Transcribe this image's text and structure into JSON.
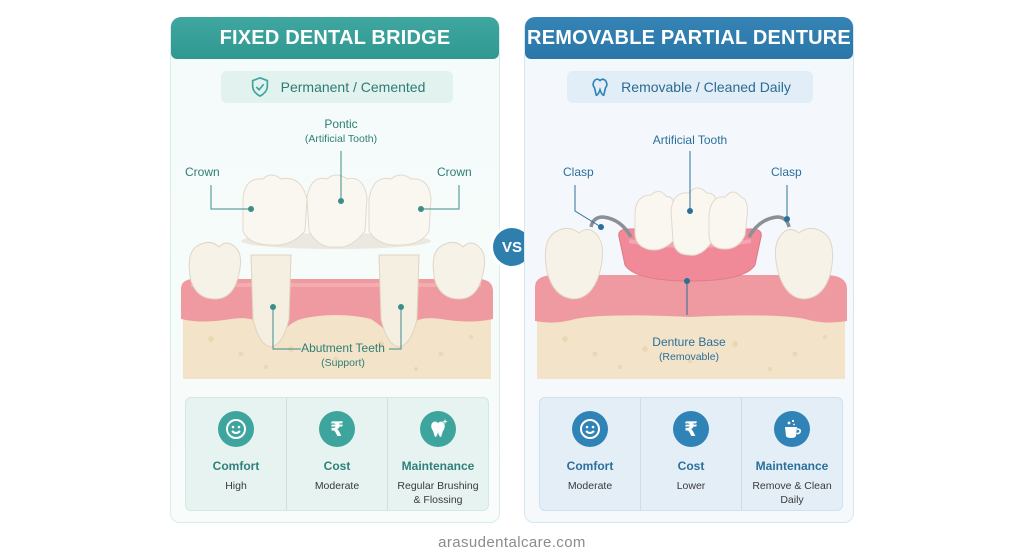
{
  "left": {
    "title": "FIXED DENTAL BRIDGE",
    "tag": {
      "icon": "shield-check-icon",
      "text": "Permanent / Cemented"
    },
    "labels": {
      "pontic": "Pontic",
      "pontic_sub": "(Artificial Tooth)",
      "crown_left": "Crown",
      "crown_right": "Crown",
      "abutment": "Abutment Teeth",
      "abutment_sub": "(Support)"
    },
    "stats": [
      {
        "icon": "smiley-icon",
        "title": "Comfort",
        "value": "High"
      },
      {
        "icon": "rupee-icon",
        "title": "Cost",
        "value": "Moderate"
      },
      {
        "icon": "sparkle-tooth-icon",
        "title": "Maintenance",
        "value": "Regular Brushing & Flossing"
      }
    ]
  },
  "right": {
    "title": "REMOVABLE PARTIAL DENTURE",
    "tag": {
      "icon": "tooth-icon",
      "text": "Removable / Cleaned Daily"
    },
    "labels": {
      "artificial_tooth": "Artificial Tooth",
      "clasp_left": "Clasp",
      "clasp_right": "Clasp",
      "base": "Denture Base",
      "base_sub": "(Removable)"
    },
    "stats": [
      {
        "icon": "smiley-icon",
        "title": "Comfort",
        "value": "Moderate"
      },
      {
        "icon": "rupee-icon",
        "title": "Cost",
        "value": "Lower"
      },
      {
        "icon": "cup-icon",
        "title": "Maintenance",
        "value": "Remove & Clean Daily"
      }
    ]
  },
  "vs": "VS",
  "footer": "arasudentalcare.com",
  "colors": {
    "teal": "#3da59d",
    "blue": "#3083b6",
    "gum": "#ef9aa0",
    "bone": "#f3e3c8"
  }
}
